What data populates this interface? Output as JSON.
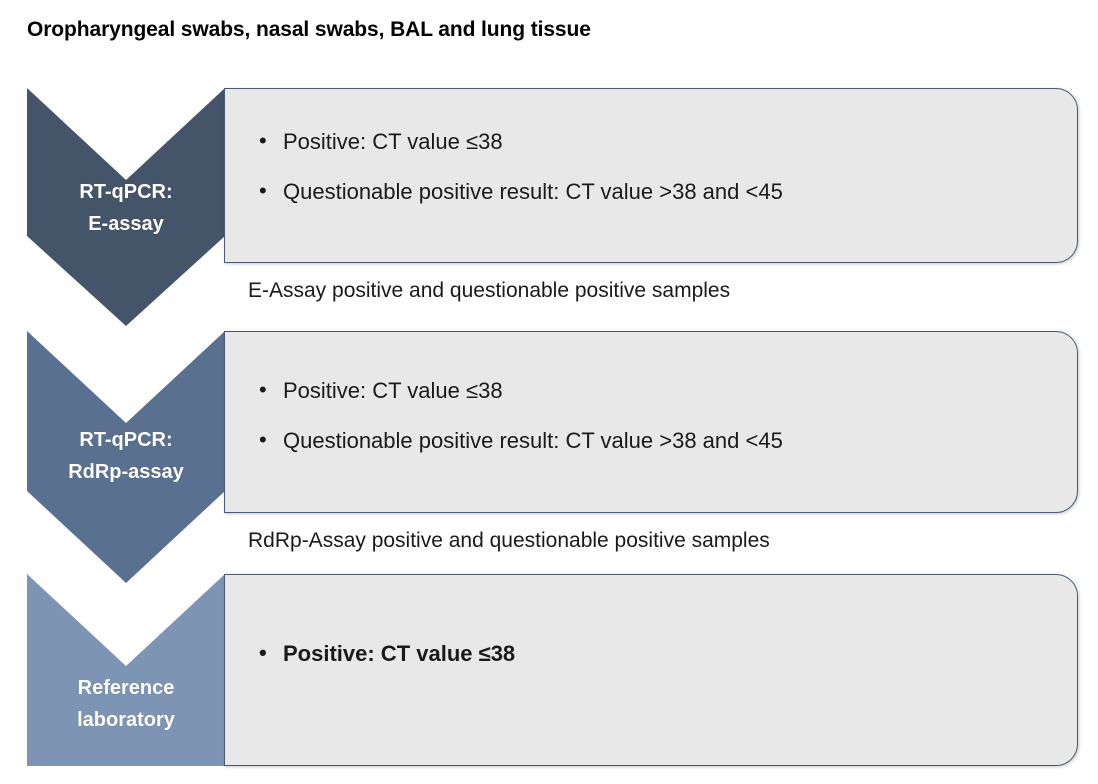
{
  "title": "Oropharyngeal swabs, nasal swabs, BAL and lung tissue",
  "colors": {
    "chevron_dark": "#455569",
    "chevron_mid": "#5a7091",
    "chevron_light": "#7e94b5",
    "panel_fill": "#e8e8e8",
    "panel_border": "#4a5a72",
    "text": "#1a1a1a",
    "chevron_text": "#ffffff"
  },
  "stages": [
    {
      "label_line1": "RT-qPCR:",
      "label_line2": "E-assay",
      "shape": "chevron-pointed",
      "fill": "#455569",
      "criteria": [
        {
          "text": "Positive: CT value ≤38",
          "bold": false
        },
        {
          "text": "Questionable positive result: CT value >38 and <45",
          "bold": false
        }
      ]
    },
    {
      "label_line1": "RT-qPCR:",
      "label_line2": "RdRp-assay",
      "shape": "chevron-pointed",
      "fill": "#5a7091",
      "criteria": [
        {
          "text": "Positive: CT value ≤38",
          "bold": false
        },
        {
          "text": "Questionable positive result: CT value >38 and <45",
          "bold": false
        }
      ]
    },
    {
      "label_line1": "Reference",
      "label_line2": "laboratory",
      "shape": "chevron-flat",
      "fill": "#7e94b5",
      "criteria": [
        {
          "text": "Positive: CT value ≤38",
          "bold": true
        }
      ]
    }
  ],
  "connectors": [
    {
      "text": "E-Assay positive and questionable positive samples"
    },
    {
      "text": "RdRp-Assay positive and questionable positive samples"
    }
  ]
}
